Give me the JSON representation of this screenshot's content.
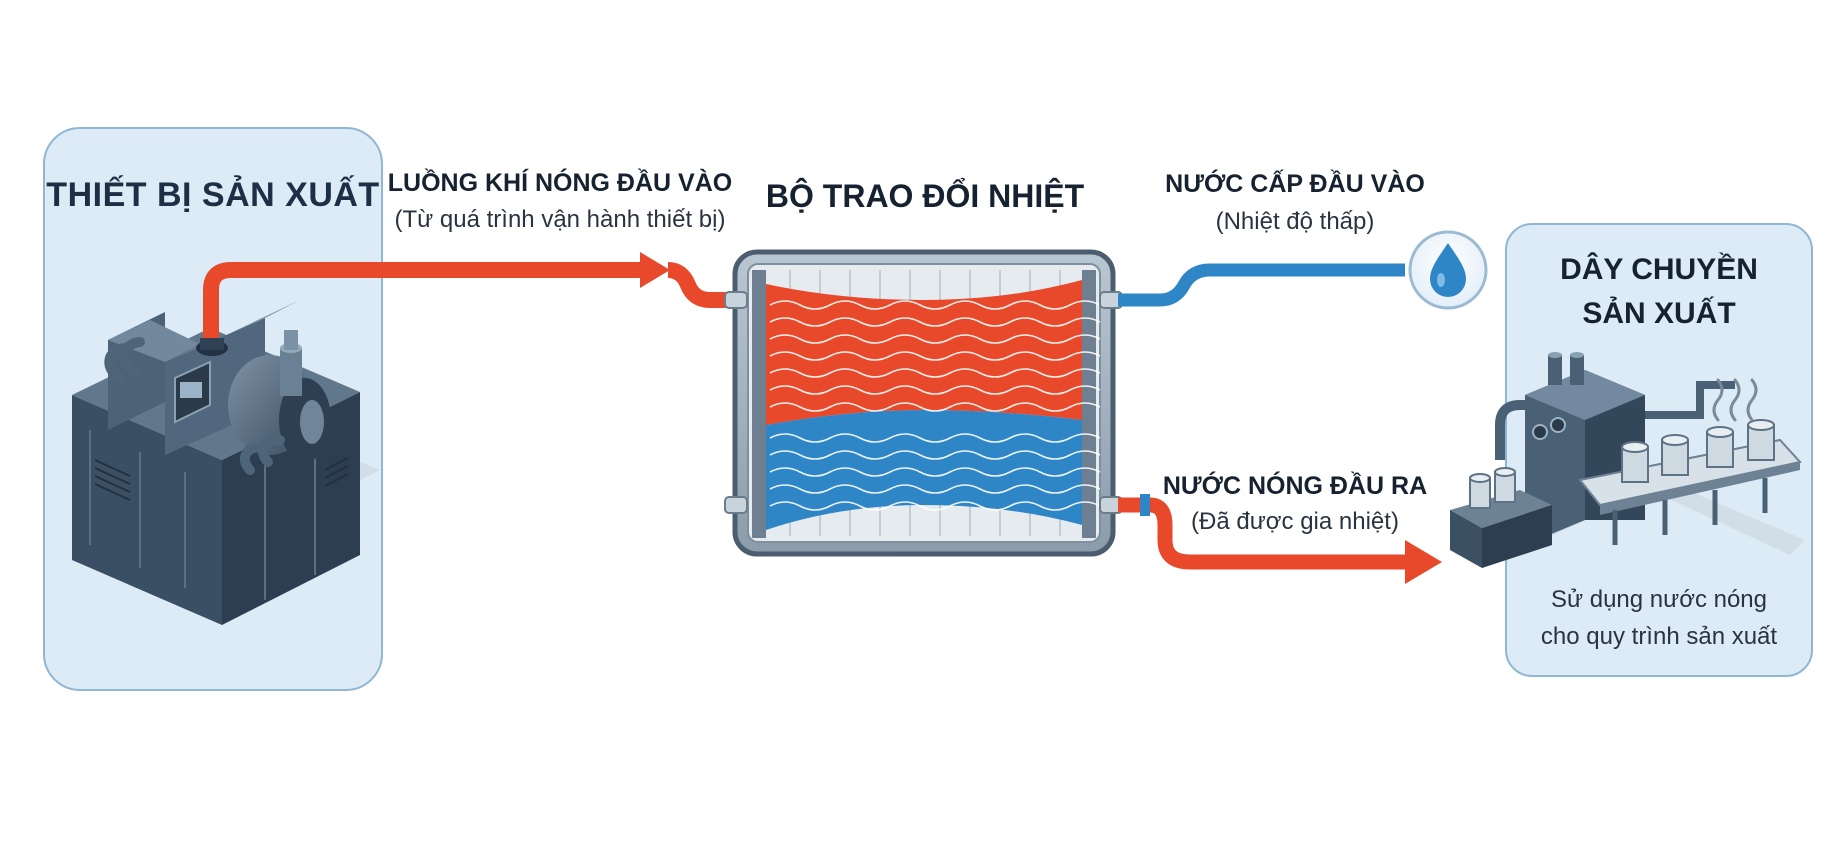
{
  "left_panel": {
    "title": "THIẾT BỊ SẢN XUẤT"
  },
  "hot_air_inlet": {
    "title": "LUỒNG KHÍ NÓNG ĐẦU VÀO",
    "subtitle": "(Từ quá trình vận hành thiết bị)"
  },
  "exchanger": {
    "title": "BỘ TRAO ĐỔI NHIỆT"
  },
  "cold_water_inlet": {
    "title": "NƯỚC CẤP ĐẦU VÀO",
    "subtitle": "(Nhiệt độ thấp)"
  },
  "hot_water_outlet": {
    "title": "NƯỚC NÓNG ĐẦU RA",
    "subtitle": "(Đã được gia nhiệt)"
  },
  "right_panel": {
    "title_line1": "DÂY CHUYỀN",
    "title_line2": "SẢN XUẤT",
    "caption_line1": "Sử dụng nước nóng",
    "caption_line2": "cho quy trình sản xuất"
  },
  "colors": {
    "hot": "#e8492b",
    "cold": "#2f86c6",
    "panel_fill": "#dcebf6",
    "panel_stroke": "#8fb6d4",
    "machine": "#3f5568"
  },
  "icons": [
    "water-drop-icon",
    "steam-icon"
  ]
}
